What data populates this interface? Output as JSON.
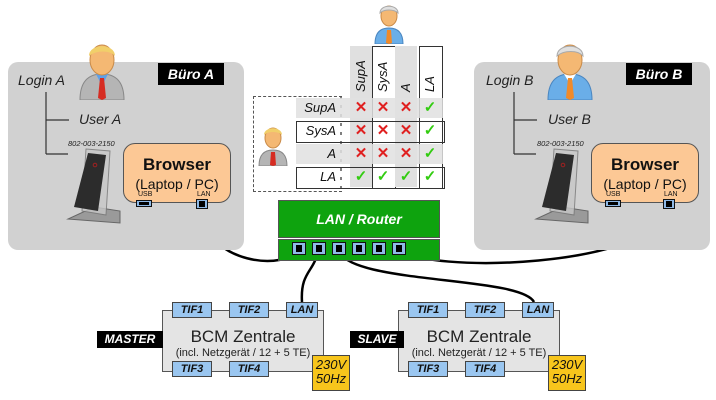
{
  "offices": [
    {
      "id": "a",
      "label": "Büro A",
      "login": "Login A",
      "user": "User A",
      "serial": "802-003-2150",
      "browser_title": "Browser",
      "browser_subtitle": "(Laptop / PC)",
      "usb_label": "USB",
      "lan_label": "LAN"
    },
    {
      "id": "b",
      "label": "Büro B",
      "login": "Login B",
      "user": "User B",
      "serial": "802-003-2150",
      "browser_title": "Browser",
      "browser_subtitle": "(Laptop / PC)",
      "usb_label": "USB",
      "lan_label": "LAN"
    }
  ],
  "matrix": {
    "columns": [
      "SupA",
      "SysA",
      "A",
      "LA"
    ],
    "rows": [
      {
        "label": "SupA",
        "values": [
          "x",
          "x",
          "x",
          "check"
        ]
      },
      {
        "label": "SysA",
        "values": [
          "x",
          "x",
          "x",
          "check"
        ]
      },
      {
        "label": "A",
        "values": [
          "x",
          "x",
          "x",
          "check"
        ]
      },
      {
        "label": "LA",
        "values": [
          "check",
          "check",
          "check",
          "check"
        ]
      }
    ],
    "symbols": {
      "x": "✕",
      "check": "✓"
    }
  },
  "router": {
    "label": "LAN / Router",
    "port_count": 6
  },
  "units": [
    {
      "role": "MASTER",
      "title": "BCM Zentrale",
      "subtitle": "(incl. Netzgerät / 12 + 5 TE)",
      "ports_top": [
        "TIF1",
        "TIF2",
        "LAN"
      ],
      "ports_bottom": [
        "TIF3",
        "TIF4"
      ],
      "power": [
        "230V",
        "50Hz"
      ]
    },
    {
      "role": "SLAVE",
      "title": "BCM Zentrale",
      "subtitle": "(incl. Netzgerät / 12 + 5 TE)",
      "ports_top": [
        "TIF1",
        "TIF2",
        "LAN"
      ],
      "ports_bottom": [
        "TIF3",
        "TIF4"
      ],
      "power": [
        "230V",
        "50Hz"
      ]
    }
  ],
  "colors": {
    "office_bg": "#d1d1d1",
    "router_green": "#0ea30e",
    "browser_orange": "#fcc895",
    "port_blue": "#9ac6f0",
    "power_yellow": "#f7c51c",
    "deny_red": "#e02020",
    "allow_green": "#33cc11"
  }
}
